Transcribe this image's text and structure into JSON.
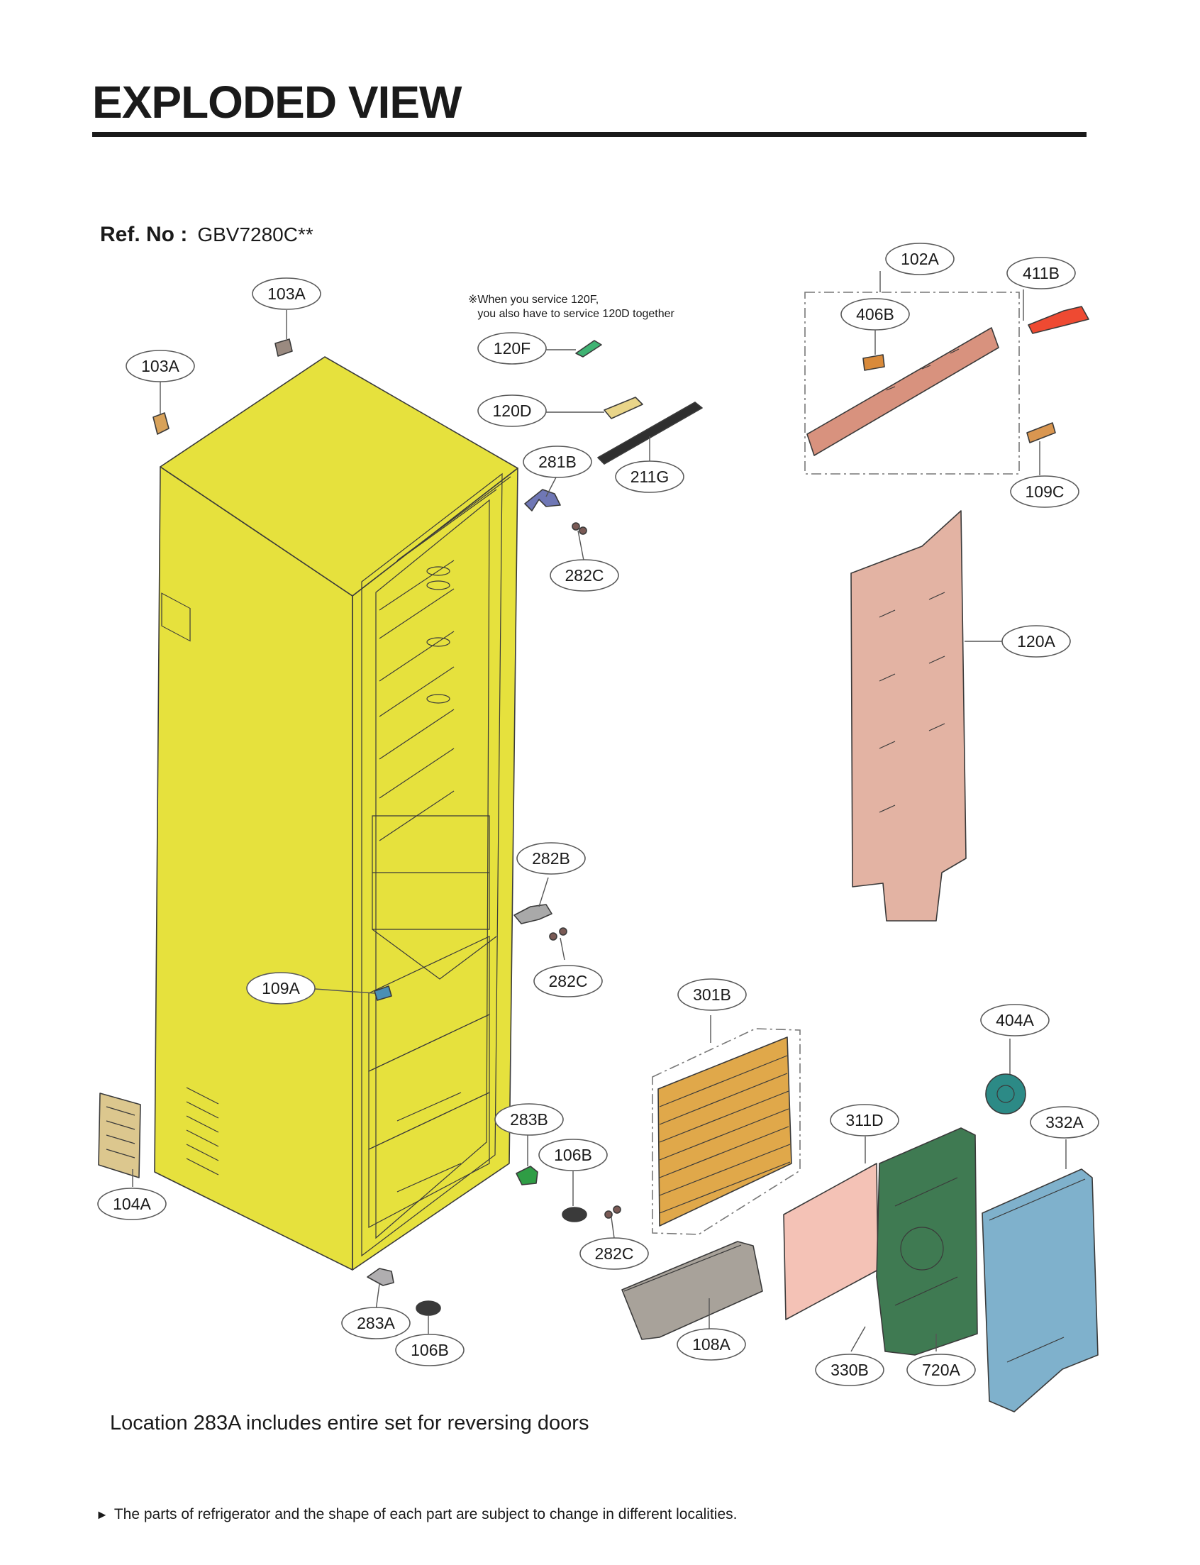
{
  "header": {
    "title": "EXPLODED VIEW",
    "ref_label": "Ref. No :",
    "ref_value": "GBV7280C**"
  },
  "service_note": "※When you service 120F,\n   you also have to service 120D together",
  "location_note": "Location 283A includes entire set for reversing doors",
  "footer_note": "The parts of refrigerator and the shape of each part are subject to change in different localities.",
  "parts": [
    {
      "code": "103A",
      "color": "#9a8a80"
    },
    {
      "code": "103A",
      "color": "#d8a25a"
    },
    {
      "code": "120F",
      "color": "#3fb373"
    },
    {
      "code": "120D",
      "color": "#e9d589"
    },
    {
      "code": "211G",
      "color": "#2f2f2f"
    },
    {
      "code": "281B",
      "color": "#6f77b5"
    },
    {
      "code": "282C",
      "color": "#7a5a55"
    },
    {
      "code": "102A",
      "color": "#d8927e"
    },
    {
      "code": "406B",
      "color": "#d98a3a"
    },
    {
      "code": "411B",
      "color": "#ee4a32"
    },
    {
      "code": "109C",
      "color": "#d99650"
    },
    {
      "code": "120A",
      "color": "#e3b3a3"
    },
    {
      "code": "282B",
      "color": "#a9a9a9"
    },
    {
      "code": "282C",
      "color": "#7a5a55"
    },
    {
      "code": "109A",
      "color": "#4a8fb5"
    },
    {
      "code": "301B",
      "color": "#e0a84a"
    },
    {
      "code": "404A",
      "color": "#2c8a86"
    },
    {
      "code": "311D",
      "color": "#f4c2b6"
    },
    {
      "code": "332A",
      "color": "#7fb1cc"
    },
    {
      "code": "283B",
      "color": "#2f9d45"
    },
    {
      "code": "106B",
      "color": "#3a3a3a"
    },
    {
      "code": "104A",
      "color": "#dcc78e"
    },
    {
      "code": "282C",
      "color": "#7a5a55"
    },
    {
      "code": "108A",
      "color": "#a8a29a"
    },
    {
      "code": "283A",
      "color": "#b0aeb0"
    },
    {
      "code": "106B",
      "color": "#3a3a3a"
    },
    {
      "code": "330B",
      "color": "#3f7a52"
    },
    {
      "code": "720A",
      "color": "#3f7a52"
    }
  ],
  "cabinet_color": "#e6e13d"
}
